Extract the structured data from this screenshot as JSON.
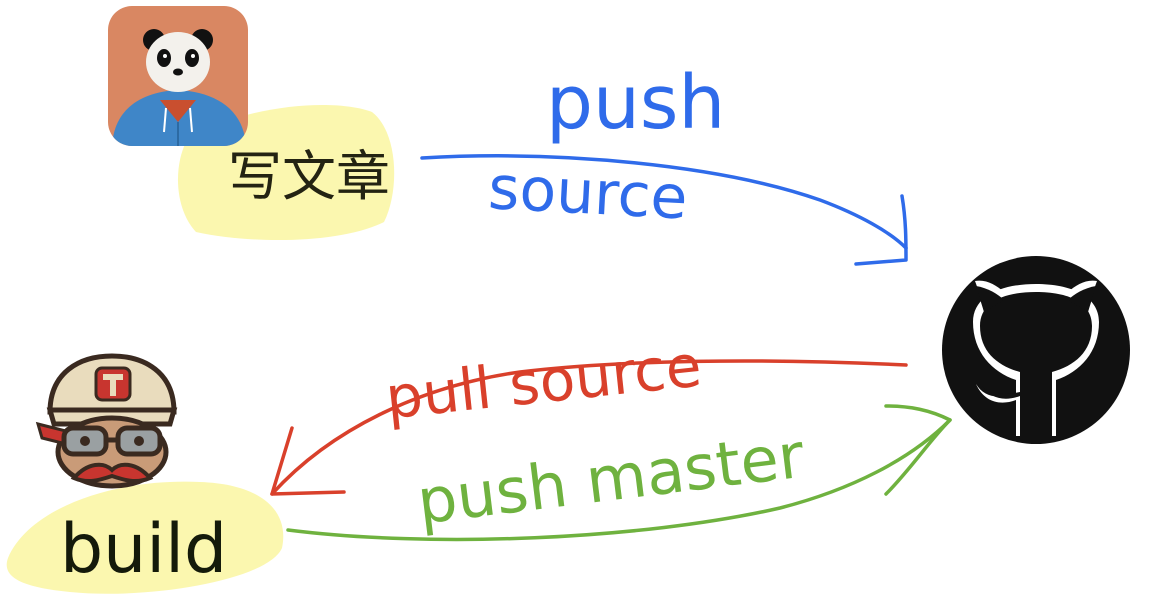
{
  "writer": {
    "label": "写文章",
    "avatar_icon": "panda-avatar-icon",
    "highlight_color": "#fbf6a6"
  },
  "builder": {
    "label": "build",
    "avatar_icon": "travis-ci-mascot-icon",
    "highlight_color": "#fbf6a6"
  },
  "repository": {
    "icon": "github-octocat-icon"
  },
  "arrows": [
    {
      "id": "push-source",
      "label_top": "push",
      "label_bottom": "source",
      "color": "#2f6bea"
    },
    {
      "id": "pull-source",
      "label": "pull source",
      "color": "#d9402b"
    },
    {
      "id": "push-master",
      "label": "push master",
      "color": "#6fb23f"
    }
  ]
}
